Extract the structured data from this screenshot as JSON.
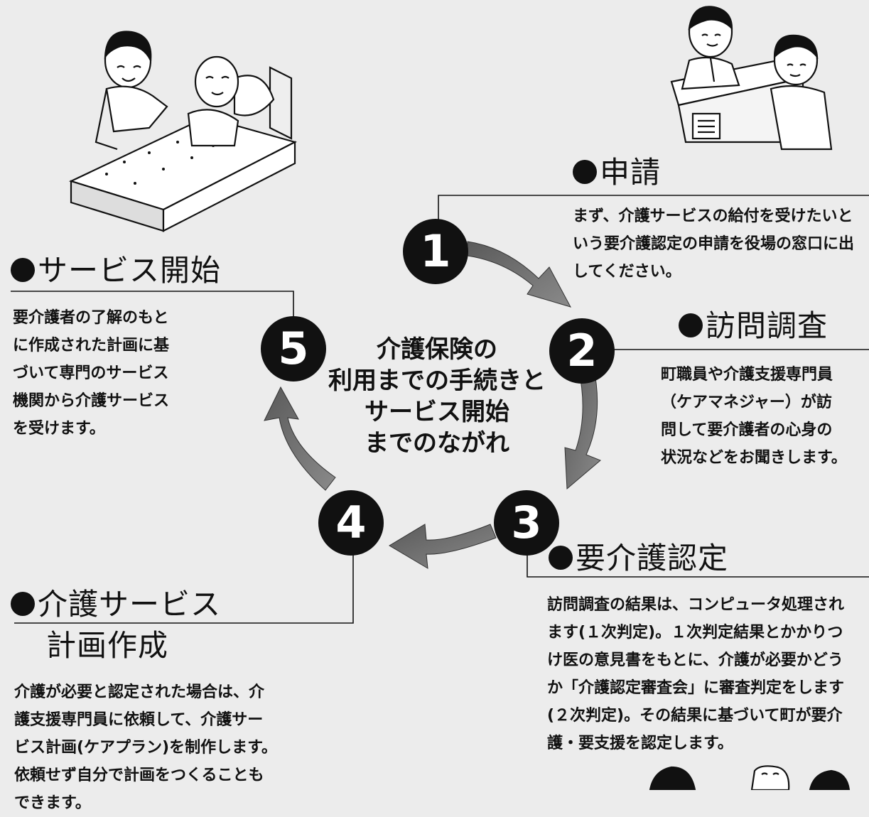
{
  "center_title": [
    "介護保険の",
    "利用までの手続きと",
    "サービス開始",
    "までのながれ"
  ],
  "steps": [
    {
      "number": "1",
      "title": "申請",
      "description": [
        "まず、介護サービスの給付を受けたいと",
        "いう要介護認定の申請を役場の窓口に出",
        "してください。"
      ]
    },
    {
      "number": "2",
      "title": "訪問調査",
      "description": [
        "町職員や介護支援専門員",
        "（ケアマネジャー）が訪",
        "問して要介護者の心身の",
        "状況などをお聞きします。"
      ]
    },
    {
      "number": "3",
      "title": "要介護認定",
      "description": [
        "訪問調査の結果は、コンピュータ処理され",
        "ます(１次判定)。１次判定結果とかかりつ",
        "け医の意見書をもとに、介護が必要かどう",
        "か「介護認定審査会」に審査判定をします",
        "(２次判定)。その結果に基づいて町が要介",
        "護・要支援を認定します。"
      ]
    },
    {
      "number": "4",
      "title": "介護サービス",
      "title_line2": "計画作成",
      "description": [
        "介護が必要と認定された場合は、介",
        "護支援専門員に依頼して、介護サー",
        "ビス計画(ケアプラン)を制作します。",
        "依頼せず自分で計画をつくることも",
        "できます。"
      ]
    },
    {
      "number": "5",
      "title": "サービス開始",
      "description": [
        "要介護者の了解のもと",
        "に作成された計画に基",
        "づいて専門のサービス",
        "機関から介護サービス",
        "を受けます。"
      ]
    }
  ],
  "colors": {
    "background": "#ececec",
    "ink": "#111111",
    "arrow": "#6f6f6f"
  }
}
